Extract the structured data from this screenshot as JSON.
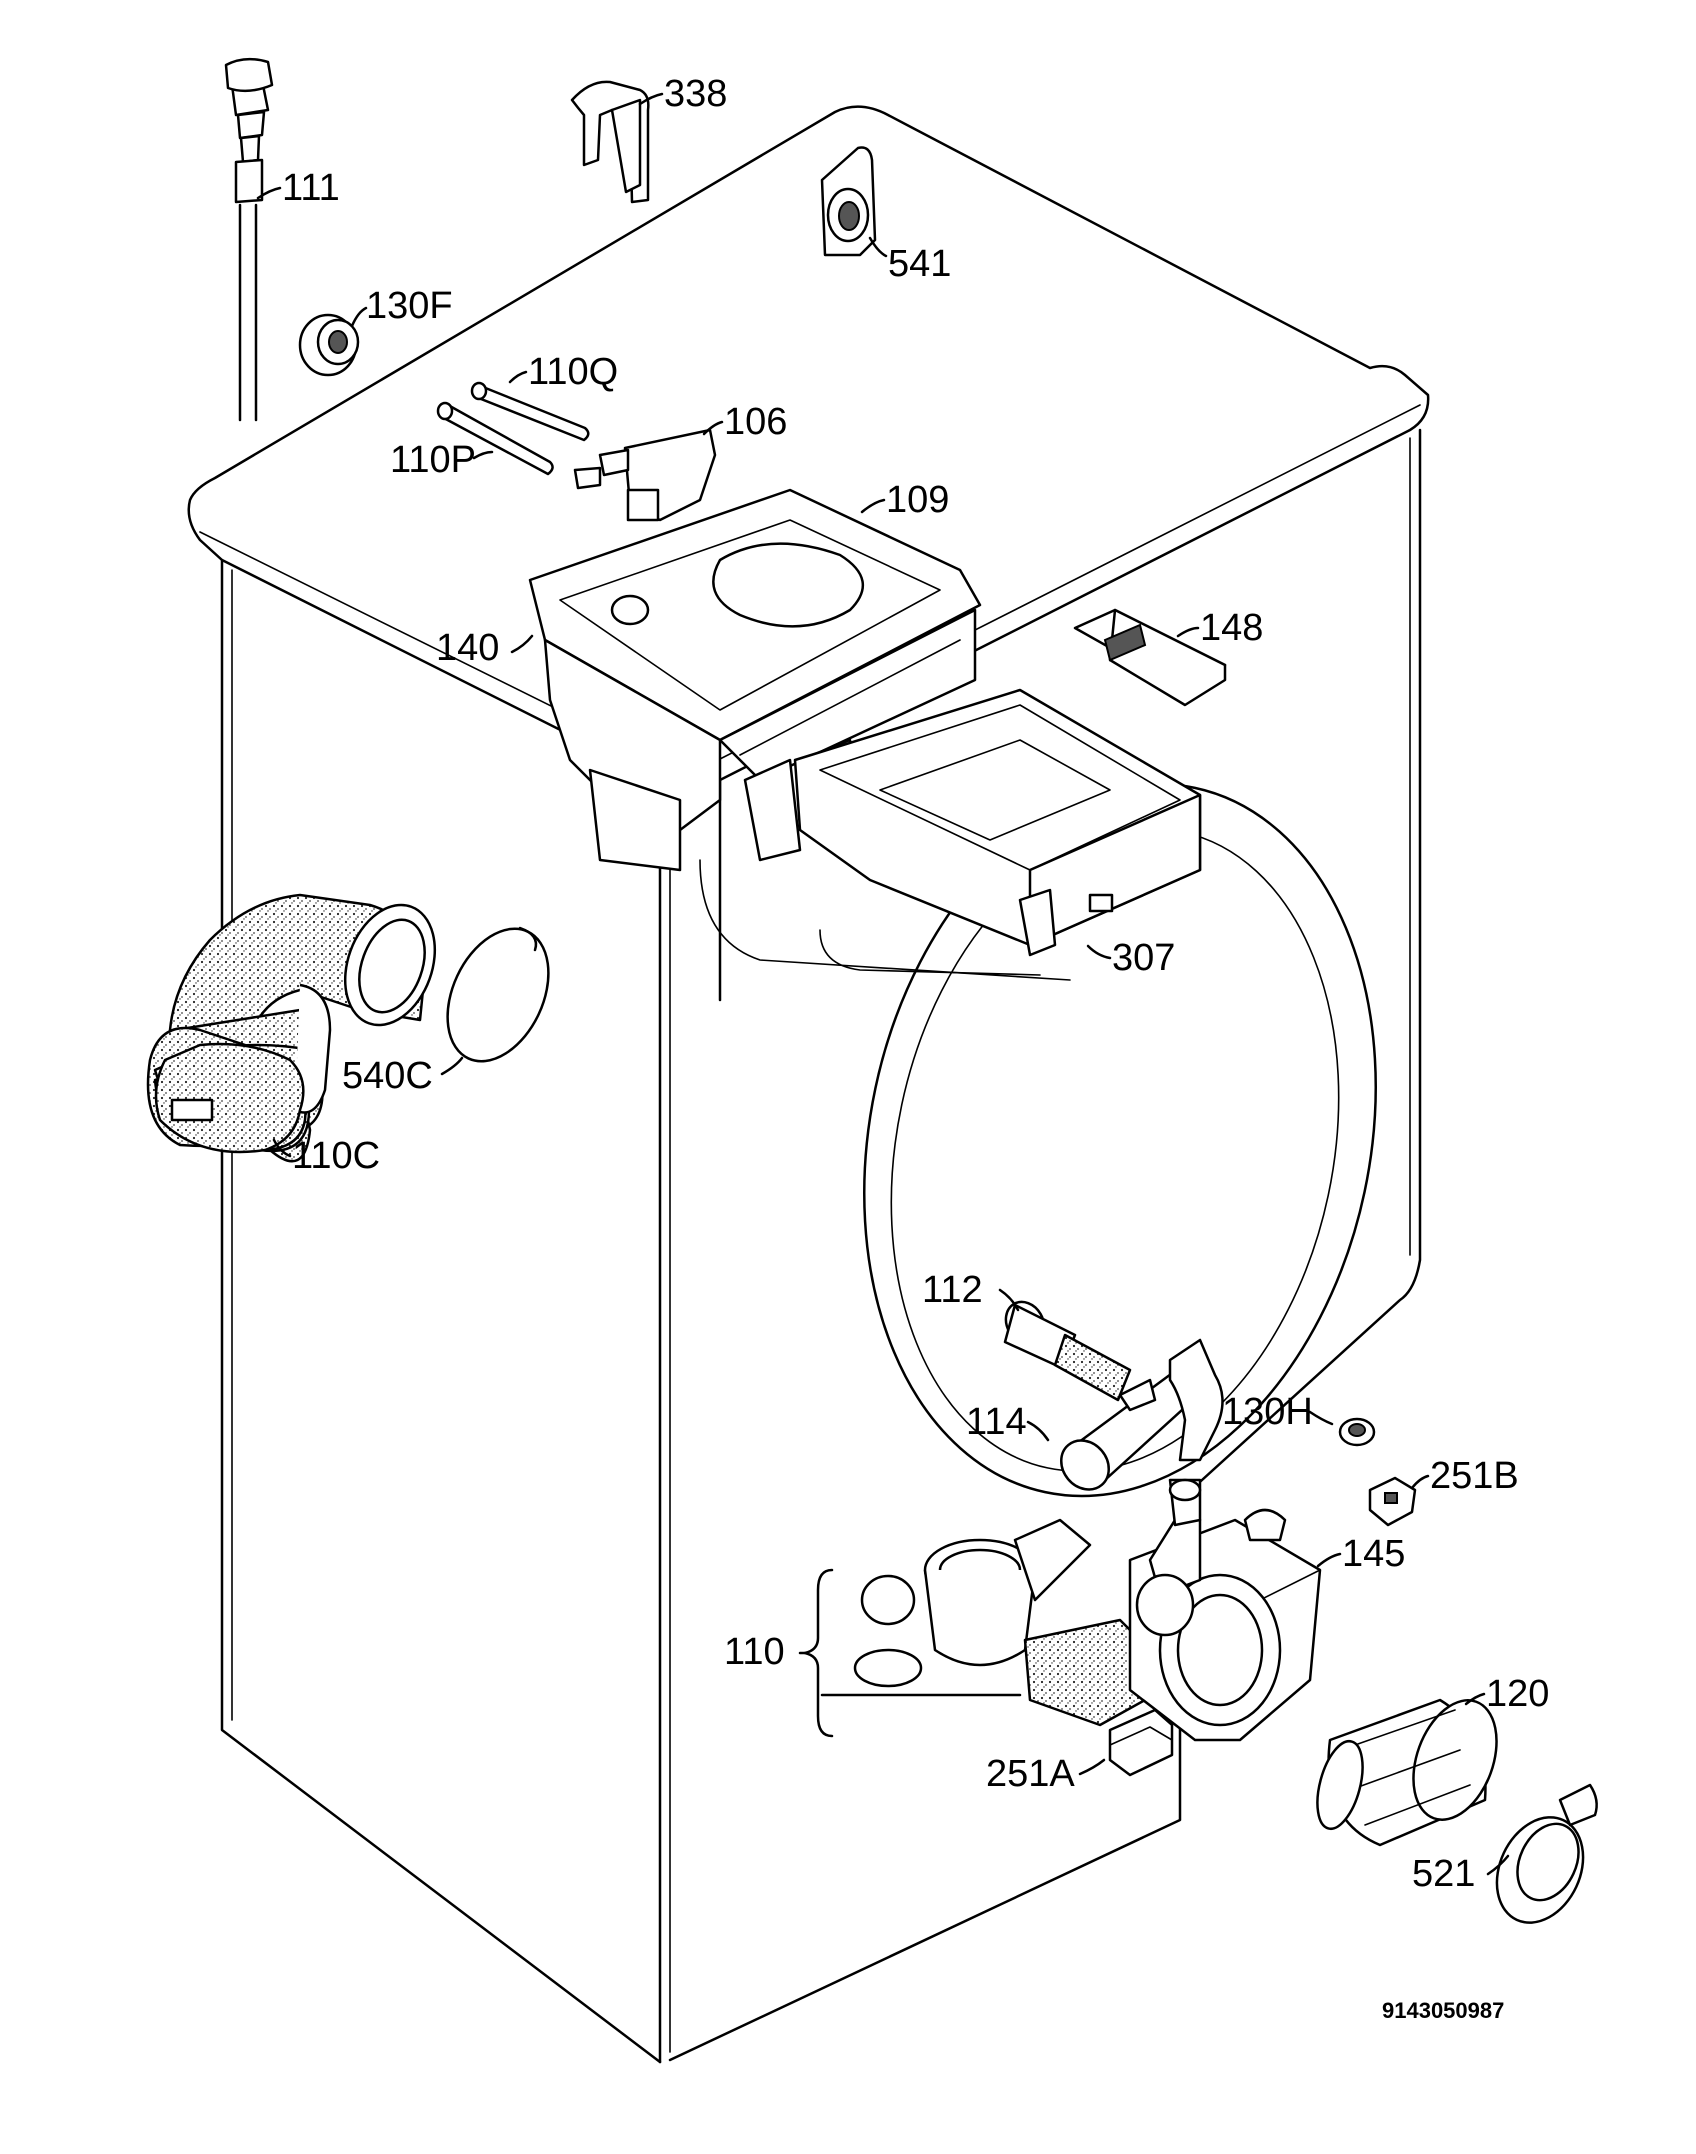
{
  "diagram": {
    "labels": [
      {
        "id": "111",
        "text": "111"
      },
      {
        "id": "338",
        "text": "338"
      },
      {
        "id": "541",
        "text": "541"
      },
      {
        "id": "130F",
        "text": "130F"
      },
      {
        "id": "110Q",
        "text": "110Q"
      },
      {
        "id": "110P",
        "text": "110P"
      },
      {
        "id": "106",
        "text": "106"
      },
      {
        "id": "109",
        "text": "109"
      },
      {
        "id": "140",
        "text": "140"
      },
      {
        "id": "148",
        "text": "148"
      },
      {
        "id": "307",
        "text": "307"
      },
      {
        "id": "540C",
        "text": "540C"
      },
      {
        "id": "110C",
        "text": "110C"
      },
      {
        "id": "112",
        "text": "112"
      },
      {
        "id": "114",
        "text": "114"
      },
      {
        "id": "130H",
        "text": "130H"
      },
      {
        "id": "251B",
        "text": "251B"
      },
      {
        "id": "145",
        "text": "145"
      },
      {
        "id": "110",
        "text": "110"
      },
      {
        "id": "120",
        "text": "120"
      },
      {
        "id": "251A",
        "text": "251A"
      },
      {
        "id": "521",
        "text": "521"
      }
    ],
    "drawing_code": "9143050987"
  }
}
